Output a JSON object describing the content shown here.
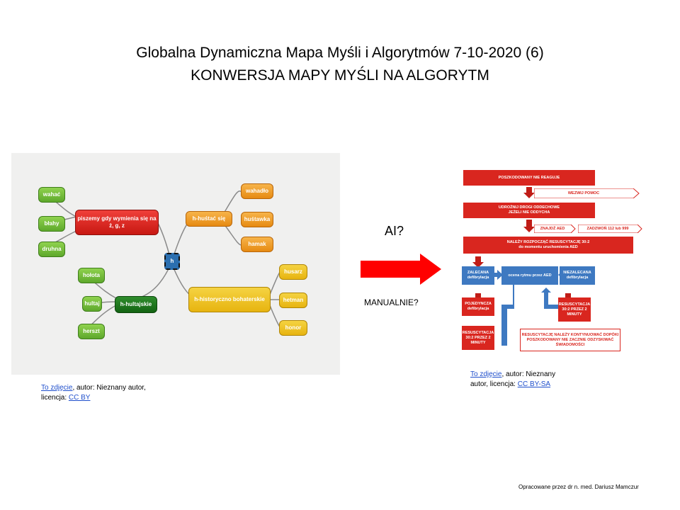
{
  "title": {
    "line1": "Globalna Dynamiczna Mapa Myśli i Algorytmów 7-10-2020 (6)",
    "line2": "KONWERSJA MAPY MYŚLI NA ALGORYTM"
  },
  "mindmap": {
    "center": "h",
    "left_top": {
      "label": "piszemy gdy wymienia się na ż, g, z",
      "children": [
        "wahać",
        "błahy",
        "druhna"
      ]
    },
    "left_bottom": {
      "label": "h-hultajskie",
      "children": [
        "hołota",
        "hultaj",
        "herszt"
      ]
    },
    "right_top": {
      "label": "h-huśtać się",
      "children": [
        "wahadło",
        "huśtawka",
        "hamak"
      ]
    },
    "right_bottom": {
      "label": "h-historyczno bohaterskie",
      "children": [
        "husarz",
        "hetman",
        "honor"
      ]
    },
    "colors": {
      "red": "#d9261f",
      "orange": "#ee9a24",
      "light_green": "#7bbf3c",
      "dark_green": "#1f7a1f",
      "yellow": "#eec21a",
      "blue": "#2b6fb0"
    }
  },
  "caption_left": {
    "link": "To zdjęcie",
    "text1": ", autor: Nieznany autor,",
    "text2": "licencja: ",
    "license": "CC BY"
  },
  "caption_right": {
    "link": "To zdjęcie",
    "text1": ", autor: Nieznany",
    "text2": "autor, licencja: ",
    "license": "CC BY-SA"
  },
  "middle": {
    "ai": "AI?",
    "manual": "MANUALNIE?",
    "arrow_color": "#ff0000"
  },
  "flowchart": {
    "b1": "POSZKODOWANY NIE REAGUJE",
    "b2": "WEZWIJ POMOC",
    "b3a": "UDROŻNIJ DROGI ODDECHOWE",
    "b3b": "JEŻELI NIE ODDYCHA",
    "b4": "ZNAJDŹ AED",
    "b5": "ZADZWOŃ 112 lub 999",
    "b6a": "NALEŻY ROZPOCZĄĆ RESUSCYTACJĘ 30:2",
    "b6b": "do momentu uruchomienia AED",
    "b7": "ZALECANA defibrylacja",
    "b8": "ocena rytmu przez AED",
    "b9": "NIEZALECANA defibrylacja",
    "b10": "POJEDYNCZA defibrylacja",
    "b11": "RESUSCYTACJA 30:2 PRZEZ 2 MINUTY",
    "b12": "RESUSCYTACJA 30:2 PRZEZ 2 MINUTY",
    "b13": "RESUSCYTACJĘ NALEŻY KONTYNUOWAĆ DOPÓKI POSZKODOWANY NIE ZACZNIE ODZYSKIWAĆ ŚWIADOMOŚCI"
  },
  "footer": "Opracowane przez dr n. med. Dariusz Mamczur"
}
